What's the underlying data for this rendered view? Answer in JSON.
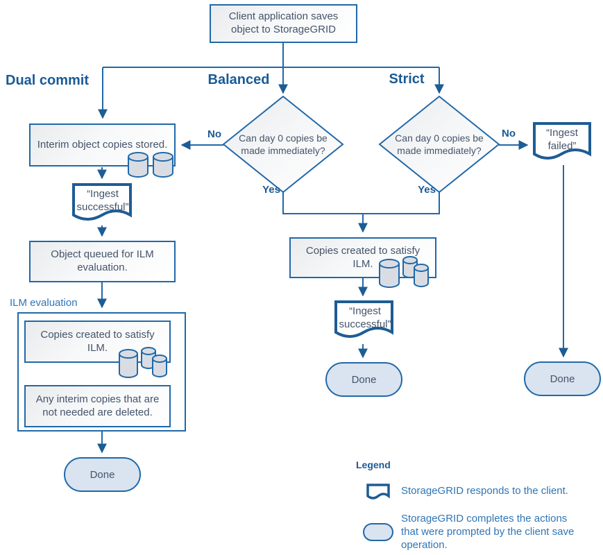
{
  "diagram": {
    "start": {
      "label": "Client application saves object to StorageGRID"
    },
    "paths": {
      "dual_commit": {
        "header": "Dual commit",
        "interim": "Interim object copies stored.",
        "ingest_successful": "“Ingest successful”",
        "object_queued": "Object queued for ILM evaluation.",
        "ilm_section_label": "ILM evaluation",
        "copies_created": "Copies created to satisfy ILM.",
        "interim_deleted": "Any interim copies that are not needed are deleted.",
        "done": "Done"
      },
      "balanced": {
        "header": "Balanced",
        "decision": "Can day 0 copies be made immediately?",
        "no_label": "No",
        "yes_label": "Yes",
        "copies_created": "Copies created to satisfy ILM.",
        "ingest_successful": "“Ingest successful”",
        "done": "Done"
      },
      "strict": {
        "header": "Strict",
        "decision": "Can day 0 copies be made immediately?",
        "no_label": "No",
        "yes_label": "Yes",
        "ingest_failed": "“Ingest failed”",
        "done": "Done"
      }
    },
    "legend": {
      "title": "Legend",
      "items": [
        {
          "icon": "document-icon",
          "label": "StorageGRID responds to the client."
        },
        {
          "icon": "terminator-icon",
          "label": "StorageGRID completes the actions that were prompted by the client save operation."
        }
      ]
    },
    "colors": {
      "line_blue": "#2068A8",
      "header_blue": "#1A5A96",
      "body_text": "#44546A",
      "legend_blue": "#2E75B6",
      "terminator_fill": "#DAE3F0",
      "cylinder_fill": "#D9DDE3"
    }
  }
}
